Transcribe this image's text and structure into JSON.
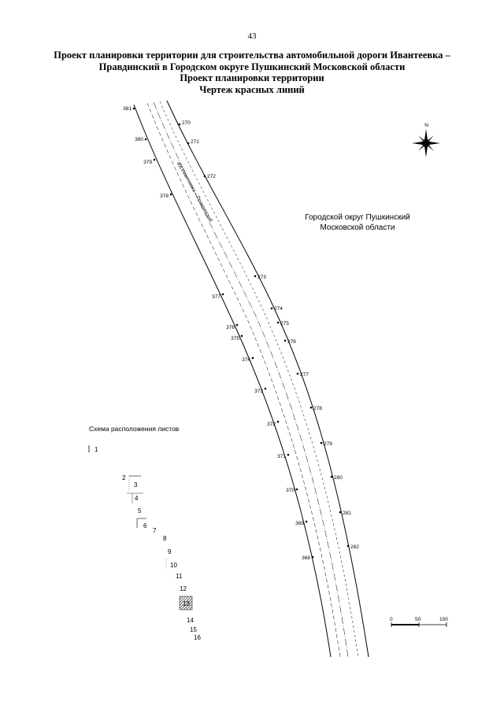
{
  "page_number": "43",
  "title": {
    "line1": "Проект планировки территории для строительства автомобильной дороги Ивантеевка –",
    "line2": "Правдинский в Городском округе Пушкинский Московской области",
    "line3": "Проект планировки территории",
    "line4": "Чертеж красных линий"
  },
  "region_label": {
    "line1": "Городской округ Пушкинский",
    "line2": "Московской области"
  },
  "road_label": "а/д Ивантеевка – Правдинский",
  "compass_letter": "N",
  "scheme_title": "Схема расположения листов",
  "current_sheet": "13",
  "sheets": [
    "1",
    "2",
    "3",
    "4",
    "5",
    "6",
    "7",
    "8",
    "9",
    "10",
    "11",
    "12",
    "13",
    "14",
    "15",
    "16"
  ],
  "points_right": [
    "270",
    "271",
    "272",
    "273",
    "274",
    "275",
    "276",
    "277",
    "278",
    "279",
    "280",
    "281",
    "282"
  ],
  "points_left": [
    "381",
    "380",
    "379",
    "378",
    "377",
    "376",
    "375",
    "374",
    "373",
    "372",
    "371",
    "370",
    "369",
    "368"
  ],
  "scale_bar": {
    "ticks": [
      "0",
      "50",
      "100"
    ]
  },
  "colors": {
    "line": "#000000",
    "background": "#ffffff"
  }
}
